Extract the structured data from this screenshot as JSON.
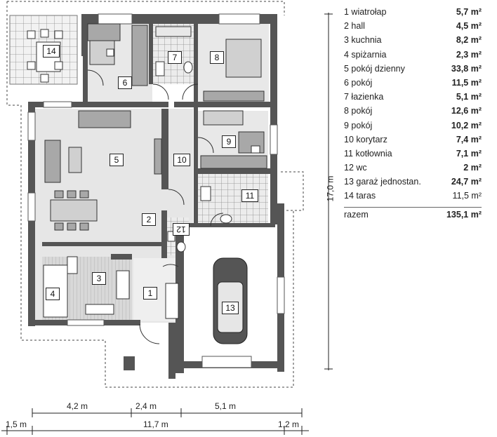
{
  "rooms": [
    {
      "num": "1",
      "name": "wiatrołap",
      "area": "5,7 m²"
    },
    {
      "num": "2",
      "name": "hall",
      "area": "4,5 m²"
    },
    {
      "num": "3",
      "name": "kuchnia",
      "area": "8,2 m²"
    },
    {
      "num": "4",
      "name": "spiżarnia",
      "area": "2,3 m²"
    },
    {
      "num": "5",
      "name": "pokój dzienny",
      "area": "33,8 m²"
    },
    {
      "num": "6",
      "name": "pokój",
      "area": "11,5 m²"
    },
    {
      "num": "7",
      "name": "łazienka",
      "area": "5,1 m²"
    },
    {
      "num": "8",
      "name": "pokój",
      "area": "12,6 m²"
    },
    {
      "num": "9",
      "name": "pokój",
      "area": "10,2 m²"
    },
    {
      "num": "10",
      "name": "korytarz",
      "area": "7,4 m²"
    },
    {
      "num": "11",
      "name": "kotłownia",
      "area": "7,1 m²"
    },
    {
      "num": "12",
      "name": "wc",
      "area": "2 m²"
    },
    {
      "num": "13",
      "name": "garaż jednostan.",
      "area": "24,7 m²"
    },
    {
      "num": "14",
      "name": "taras",
      "area": "11,5 m²"
    }
  ],
  "total": {
    "label": "razem",
    "area": "135,1 m²"
  },
  "dimensions": {
    "top_row": [
      "4,2 m",
      "2,4 m",
      "5,1 m"
    ],
    "bottom_row": [
      "1,5 m",
      "11,7 m",
      "1,2 m"
    ],
    "height": "17,0 m"
  },
  "colors": {
    "wall": "#555555",
    "floor": "#e4e4e4",
    "tile_grid": "#888888",
    "furniture": "#9a9a9a"
  }
}
